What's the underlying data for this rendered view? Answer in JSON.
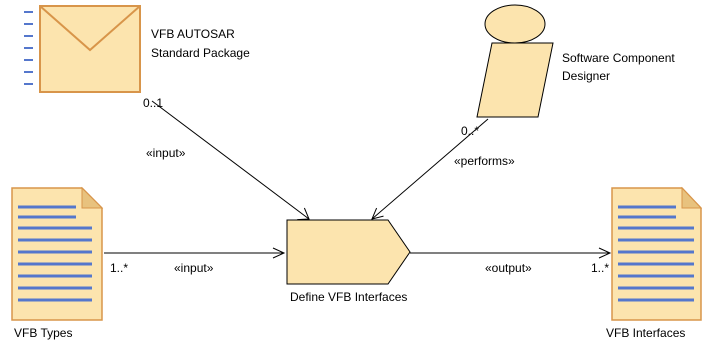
{
  "colors": {
    "fill": "#FCE4AE",
    "outline": "#D8954A",
    "doc_line": "#5577CC",
    "line": "#000000"
  },
  "nodes": {
    "package": {
      "label_line1": "VFB AUTOSAR",
      "label_line2": "Standard Package",
      "icon": "envelope-icon"
    },
    "designer": {
      "label_line1": "Software Component",
      "label_line2": "Designer",
      "icon": "role-icon"
    },
    "types": {
      "label": "VFB Types",
      "icon": "document-icon"
    },
    "task": {
      "label": "Define VFB Interfaces",
      "icon": "task-pentagon-icon"
    },
    "interfaces": {
      "label": "VFB Interfaces",
      "icon": "document-icon"
    }
  },
  "edges": {
    "package_to_task": {
      "stereotype": "«input»",
      "multiplicity": "0..1"
    },
    "designer_to_task": {
      "stereotype": "«performs»",
      "multiplicity": "0..*"
    },
    "types_to_task": {
      "stereotype": "«input»",
      "multiplicity": "1..*"
    },
    "task_to_interfaces": {
      "stereotype": "«output»",
      "multiplicity": "1..*"
    }
  }
}
